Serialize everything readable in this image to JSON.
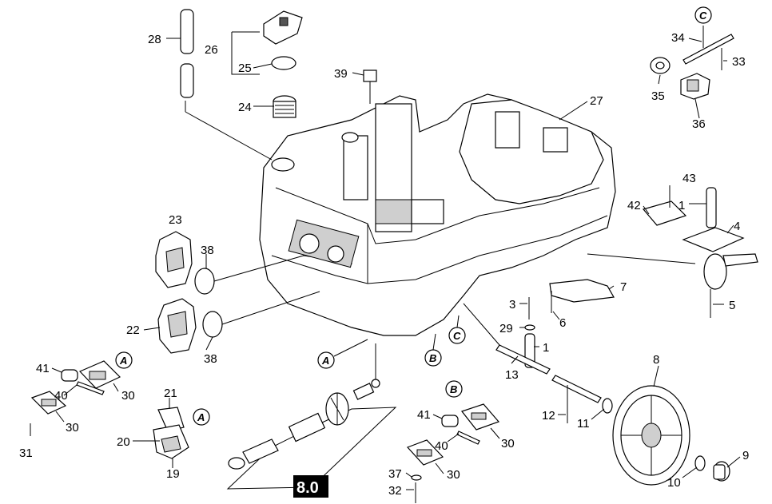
{
  "badge": "8.0",
  "callout_letters": [
    "A",
    "B",
    "C"
  ],
  "parts": [
    "1",
    "3",
    "4",
    "5",
    "6",
    "7",
    "8",
    "9",
    "10",
    "11",
    "12",
    "13",
    "19",
    "20",
    "21",
    "22",
    "23",
    "24",
    "25",
    "26",
    "27",
    "28",
    "29",
    "30",
    "31",
    "32",
    "33",
    "34",
    "35",
    "36",
    "37",
    "38",
    "39",
    "40",
    "41",
    "42",
    "43"
  ]
}
